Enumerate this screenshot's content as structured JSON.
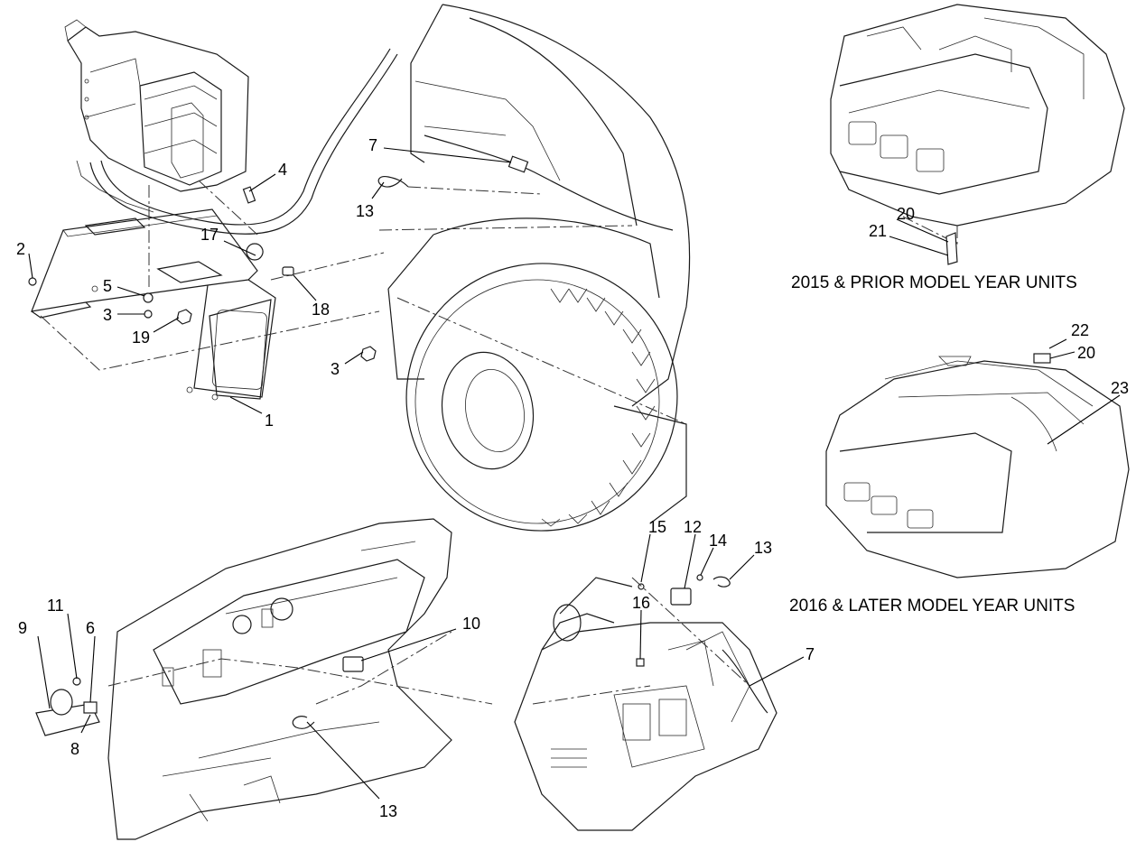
{
  "captions": {
    "prior": "2015 & PRIOR MODEL YEAR UNITS",
    "later": "2016 & LATER MODEL YEAR UNITS"
  },
  "callouts": {
    "c1": "1",
    "c2": "2",
    "c3a": "3",
    "c3b": "3",
    "c4": "4",
    "c5": "5",
    "c6": "6",
    "c7a": "7",
    "c7b": "7",
    "c8": "8",
    "c9": "9",
    "c10": "10",
    "c11": "11",
    "c12": "12",
    "c13a": "13",
    "c13b": "13",
    "c13c": "13",
    "c14": "14",
    "c15": "15",
    "c16": "16",
    "c17": "17",
    "c18": "18",
    "c19": "19",
    "c20a": "20",
    "c20b": "20",
    "c21": "21",
    "c22": "22",
    "c23": "23"
  }
}
